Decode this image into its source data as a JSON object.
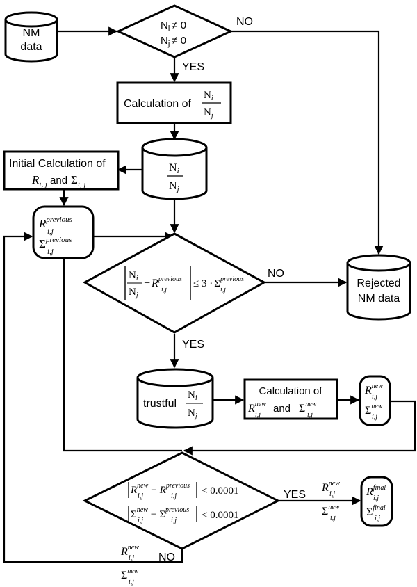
{
  "nodes": {
    "nm_data": {
      "line1": "NM",
      "line2": "data"
    },
    "check_nonzero": {
      "line1": "N",
      "sub1": "i",
      "op1": "≠ 0",
      "line2": "N",
      "sub2": "j",
      "op2": "≠ 0"
    },
    "calc_ratio": {
      "label": "Calculation of"
    },
    "ratio_store": {
      "num": "N",
      "num_sub": "i",
      "den": "N",
      "den_sub": "j"
    },
    "initial_calc": {
      "line1": "Initial Calculation of",
      "r": "R",
      "r_sub": "i, j",
      "and": "and",
      "sigma": "Σ",
      "sigma_sub": "i, j"
    },
    "previous_store": {
      "r": "R",
      "r_sub": "i,j",
      "r_sup": "previous",
      "sigma": "Σ",
      "sigma_sub": "i,j",
      "sigma_sup": "previous"
    },
    "test_outlier": {
      "rhs": "≤ 3 ·",
      "sigma": "Σ",
      "sup": "previous",
      "sub": "i,j",
      "r": "R"
    },
    "rejected": {
      "line1": "Rejected",
      "line2": "NM data"
    },
    "trustful": {
      "label": "trustful"
    },
    "calc_new": {
      "line1": "Calculation of",
      "r": "R",
      "sup": "new",
      "sub": "i,j",
      "and": "and",
      "sigma": "Σ"
    },
    "new_store": {
      "r": "R",
      "sigma": "Σ",
      "sup": "new",
      "sub": "i,j"
    },
    "convergence": {
      "line1_rhs": "< 0.0001",
      "line2_rhs": "< 0.0001",
      "new": "new",
      "previous": "previous",
      "sub": "i,j",
      "minus": "−"
    },
    "final_store": {
      "r": "R",
      "sigma": "Σ",
      "sup": "final",
      "sub": "i,j"
    }
  },
  "edge_labels": {
    "no_reject_top": "NO",
    "yes_top": "YES",
    "no_reject_mid": "NO",
    "yes_mid": "YES",
    "yes_final": "YES",
    "no_loop": "NO",
    "final_r": "R",
    "final_sigma": "Σ",
    "final_sup": "new",
    "final_sub": "i,j",
    "loop_r": "R",
    "loop_sigma": "Σ",
    "loop_sup": "new",
    "loop_sub": "i,j"
  }
}
